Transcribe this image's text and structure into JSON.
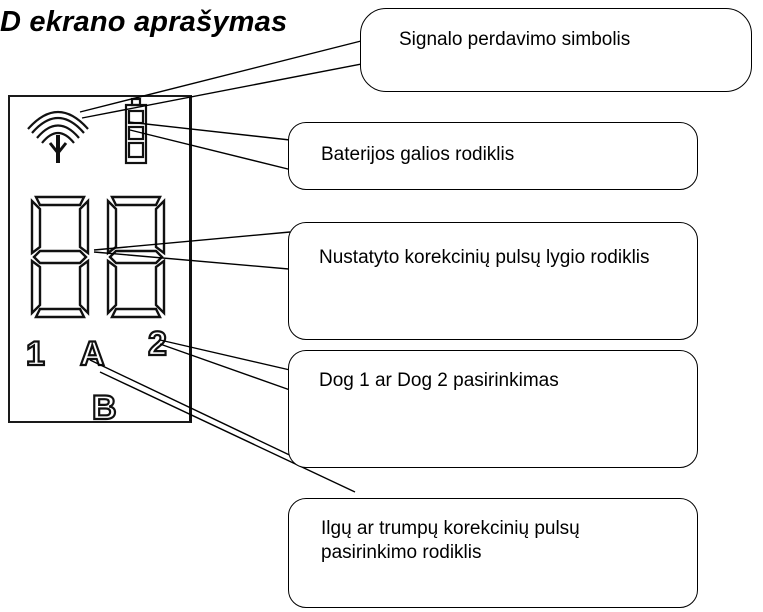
{
  "title": "D ekrano aprašymas",
  "callouts": {
    "signal": "Signalo perdavimo simbolis",
    "battery": "Baterijos galios rodiklis",
    "pulse_level": "Nustatyto korekcinių pulsų lygio rodiklis",
    "dog_select": "Dog 1 ar Dog 2 pasirinkimas",
    "pulse_length": "Ilgų ar trumpų korekcinių pulsų pasirinkimo rodiklis"
  },
  "lcd": {
    "digit_left": "8",
    "digit_right": "8",
    "label_1": "1",
    "label_a": "A",
    "label_2": "2",
    "label_b": "B"
  },
  "icons": [
    "signal-antenna-icon",
    "battery-icon"
  ]
}
